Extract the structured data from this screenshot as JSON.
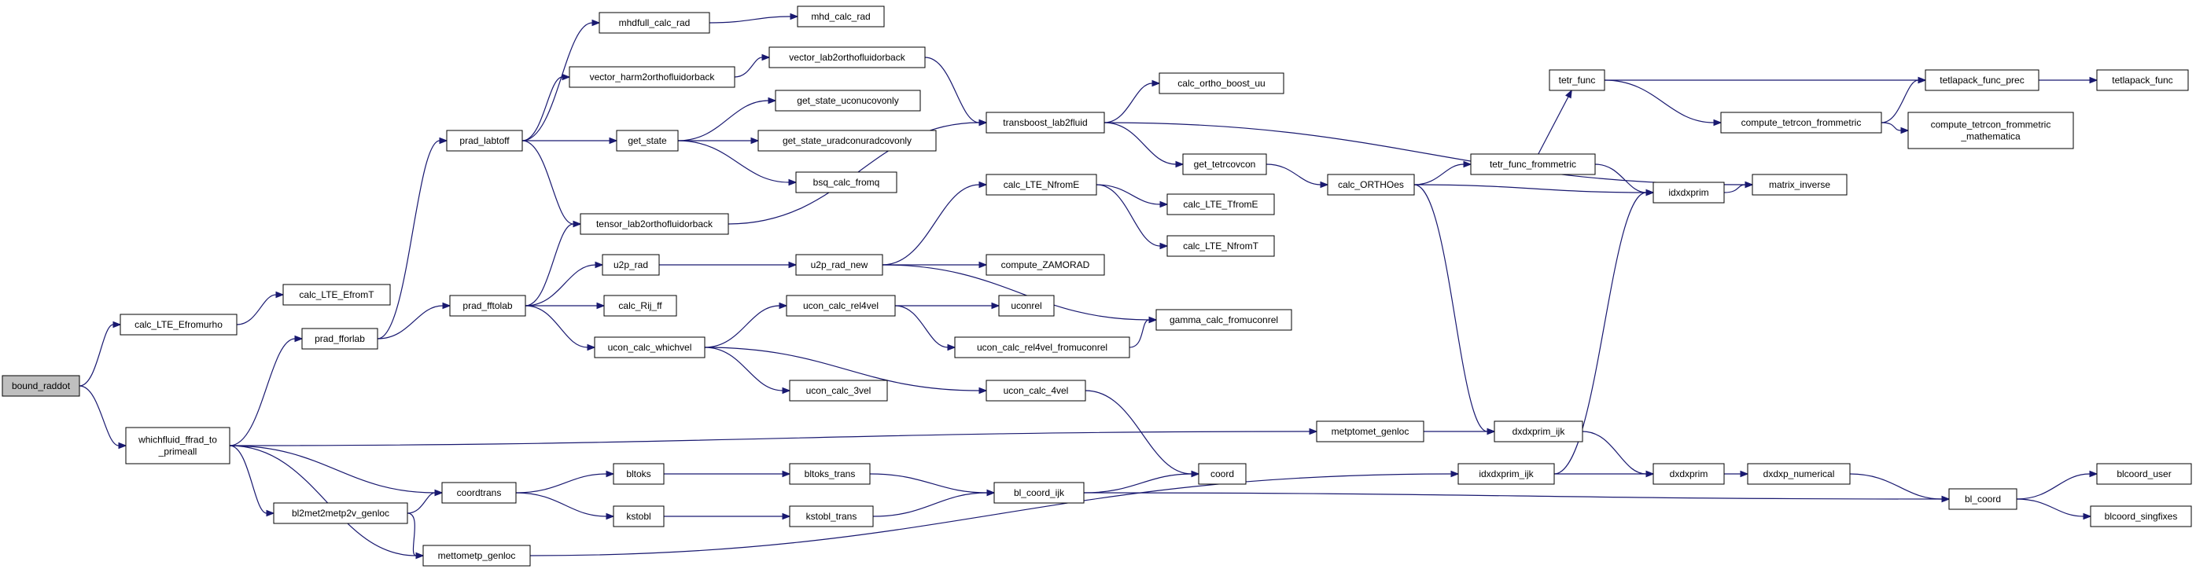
{
  "graph": {
    "colors": {
      "node_fill": "#ffffff",
      "root_fill": "#bfbfbf",
      "edge": "#191970",
      "border": "#000000"
    },
    "nodes": [
      {
        "id": "bound_raddot",
        "label": [
          "bound_raddot"
        ],
        "root": true
      },
      {
        "id": "calc_LTE_Efromurho",
        "label": [
          "calc_LTE_Efromurho"
        ]
      },
      {
        "id": "calc_LTE_EfromT",
        "label": [
          "calc_LTE_EfromT"
        ]
      },
      {
        "id": "whichfluid",
        "label": [
          "whichfluid_ffrad_to",
          "_primeall"
        ]
      },
      {
        "id": "prad_fforlab",
        "label": [
          "prad_fforlab"
        ]
      },
      {
        "id": "prad_labtoff",
        "label": [
          "prad_labtoff"
        ]
      },
      {
        "id": "mhdfull_calc_rad",
        "label": [
          "mhdfull_calc_rad"
        ]
      },
      {
        "id": "mhd_calc_rad",
        "label": [
          "mhd_calc_rad"
        ]
      },
      {
        "id": "vector_harm2orthofluidorback",
        "label": [
          "vector_harm2orthofluidorback"
        ]
      },
      {
        "id": "vector_lab2orthofluidorback",
        "label": [
          "vector_lab2orthofluidorback"
        ]
      },
      {
        "id": "get_state",
        "label": [
          "get_state"
        ]
      },
      {
        "id": "get_state_uconucovonly",
        "label": [
          "get_state_uconucovonly"
        ]
      },
      {
        "id": "get_state_uradconuradcovonly",
        "label": [
          "get_state_uradconuradcovonly"
        ]
      },
      {
        "id": "bsq_calc_fromq",
        "label": [
          "bsq_calc_fromq"
        ]
      },
      {
        "id": "tensor_lab2orthofluidorback",
        "label": [
          "tensor_lab2orthofluidorback"
        ]
      },
      {
        "id": "transboost_lab2fluid",
        "label": [
          "transboost_lab2fluid"
        ]
      },
      {
        "id": "calc_ortho_boost_uu",
        "label": [
          "calc_ortho_boost_uu"
        ]
      },
      {
        "id": "get_tetrcovcon",
        "label": [
          "get_tetrcovcon"
        ]
      },
      {
        "id": "calc_ORTHOes",
        "label": [
          "calc_ORTHOes"
        ]
      },
      {
        "id": "tetr_func",
        "label": [
          "tetr_func"
        ]
      },
      {
        "id": "tetr_func_frommetric",
        "label": [
          "tetr_func_frommetric"
        ]
      },
      {
        "id": "tetlapack_func_prec",
        "label": [
          "tetlapack_func_prec"
        ]
      },
      {
        "id": "tetlapack_func",
        "label": [
          "tetlapack_func"
        ]
      },
      {
        "id": "compute_tetrcon_frommetric",
        "label": [
          "compute_tetrcon_frommetric"
        ]
      },
      {
        "id": "compute_tetrcon_frommetric_mathematica",
        "label": [
          "compute_tetrcon_frommetric",
          "_mathematica"
        ]
      },
      {
        "id": "idxdxprim",
        "label": [
          "idxdxprim"
        ]
      },
      {
        "id": "matrix_inverse",
        "label": [
          "matrix_inverse"
        ]
      },
      {
        "id": "prad_fftolab",
        "label": [
          "prad_fftolab"
        ]
      },
      {
        "id": "u2p_rad",
        "label": [
          "u2p_rad"
        ]
      },
      {
        "id": "u2p_rad_new",
        "label": [
          "u2p_rad_new"
        ]
      },
      {
        "id": "compute_ZAMORAD",
        "label": [
          "compute_ZAMORAD"
        ]
      },
      {
        "id": "calc_LTE_NfromE",
        "label": [
          "calc_LTE_NfromE"
        ]
      },
      {
        "id": "calc_LTE_TfromE",
        "label": [
          "calc_LTE_TfromE"
        ]
      },
      {
        "id": "calc_LTE_NfromT",
        "label": [
          "calc_LTE_NfromT"
        ]
      },
      {
        "id": "calc_Rij_ff",
        "label": [
          "calc_Rij_ff"
        ]
      },
      {
        "id": "ucon_calc_whichvel",
        "label": [
          "ucon_calc_whichvel"
        ]
      },
      {
        "id": "ucon_calc_rel4vel",
        "label": [
          "ucon_calc_rel4vel"
        ]
      },
      {
        "id": "uconrel",
        "label": [
          "uconrel"
        ]
      },
      {
        "id": "ucon_calc_rel4vel_fromuconrel",
        "label": [
          "ucon_calc_rel4vel_fromuconrel"
        ]
      },
      {
        "id": "gamma_calc_fromuconrel",
        "label": [
          "gamma_calc_fromuconrel"
        ]
      },
      {
        "id": "ucon_calc_3vel",
        "label": [
          "ucon_calc_3vel"
        ]
      },
      {
        "id": "ucon_calc_4vel",
        "label": [
          "ucon_calc_4vel"
        ]
      },
      {
        "id": "coord",
        "label": [
          "coord"
        ]
      },
      {
        "id": "metptomet_genloc",
        "label": [
          "metptomet_genloc"
        ]
      },
      {
        "id": "dxdxprim_ijk",
        "label": [
          "dxdxprim_ijk"
        ]
      },
      {
        "id": "dxdxprim",
        "label": [
          "dxdxprim"
        ]
      },
      {
        "id": "dxdxp_numerical",
        "label": [
          "dxdxp_numerical"
        ]
      },
      {
        "id": "bl_coord",
        "label": [
          "bl_coord"
        ]
      },
      {
        "id": "blcoord_user",
        "label": [
          "blcoord_user"
        ]
      },
      {
        "id": "blcoord_singfixes",
        "label": [
          "blcoord_singfixes"
        ]
      },
      {
        "id": "idxdxprim_ijk",
        "label": [
          "idxdxprim_ijk"
        ]
      },
      {
        "id": "coordtrans",
        "label": [
          "coordtrans"
        ]
      },
      {
        "id": "bltoks",
        "label": [
          "bltoks"
        ]
      },
      {
        "id": "bltoks_trans",
        "label": [
          "bltoks_trans"
        ]
      },
      {
        "id": "kstobl",
        "label": [
          "kstobl"
        ]
      },
      {
        "id": "kstobl_trans",
        "label": [
          "kstobl_trans"
        ]
      },
      {
        "id": "bl_coord_ijk",
        "label": [
          "bl_coord_ijk"
        ]
      },
      {
        "id": "bl2met2metp2v_genloc",
        "label": [
          "bl2met2metp2v_genloc"
        ]
      },
      {
        "id": "mettometp_genloc",
        "label": [
          "mettometp_genloc"
        ]
      }
    ],
    "edges": [
      [
        "bound_raddot",
        "calc_LTE_Efromurho"
      ],
      [
        "bound_raddot",
        "whichfluid"
      ],
      [
        "calc_LTE_Efromurho",
        "calc_LTE_EfromT"
      ],
      [
        "whichfluid",
        "prad_fforlab"
      ],
      [
        "whichfluid",
        "metptomet_genloc"
      ],
      [
        "whichfluid",
        "coordtrans"
      ],
      [
        "whichfluid",
        "bl2met2metp2v_genloc"
      ],
      [
        "whichfluid",
        "mettometp_genloc"
      ],
      [
        "prad_fforlab",
        "prad_labtoff"
      ],
      [
        "prad_fforlab",
        "prad_fftolab"
      ],
      [
        "prad_labtoff",
        "mhdfull_calc_rad"
      ],
      [
        "prad_labtoff",
        "vector_harm2orthofluidorback"
      ],
      [
        "prad_labtoff",
        "get_state"
      ],
      [
        "prad_labtoff",
        "tensor_lab2orthofluidorback"
      ],
      [
        "mhdfull_calc_rad",
        "mhd_calc_rad"
      ],
      [
        "vector_harm2orthofluidorback",
        "vector_lab2orthofluidorback"
      ],
      [
        "vector_lab2orthofluidorback",
        "transboost_lab2fluid"
      ],
      [
        "get_state",
        "get_state_uconucovonly"
      ],
      [
        "get_state",
        "get_state_uradconuradcovonly"
      ],
      [
        "get_state",
        "bsq_calc_fromq"
      ],
      [
        "tensor_lab2orthofluidorback",
        "transboost_lab2fluid"
      ],
      [
        "transboost_lab2fluid",
        "calc_ortho_boost_uu"
      ],
      [
        "transboost_lab2fluid",
        "get_tetrcovcon"
      ],
      [
        "transboost_lab2fluid",
        "matrix_inverse"
      ],
      [
        "get_tetrcovcon",
        "calc_ORTHOes"
      ],
      [
        "calc_ORTHOes",
        "tetr_func_frommetric"
      ],
      [
        "calc_ORTHOes",
        "idxdxprim"
      ],
      [
        "calc_ORTHOes",
        "dxdxprim_ijk"
      ],
      [
        "tetr_func_frommetric",
        "tetr_func"
      ],
      [
        "tetr_func_frommetric",
        "idxdxprim"
      ],
      [
        "tetr_func",
        "tetlapack_func_prec"
      ],
      [
        "tetr_func",
        "compute_tetrcon_frommetric"
      ],
      [
        "compute_tetrcon_frommetric",
        "tetlapack_func_prec"
      ],
      [
        "compute_tetrcon_frommetric",
        "compute_tetrcon_frommetric_mathematica"
      ],
      [
        "tetlapack_func_prec",
        "tetlapack_func"
      ],
      [
        "idxdxprim",
        "matrix_inverse"
      ],
      [
        "prad_fftolab",
        "tensor_lab2orthofluidorback"
      ],
      [
        "prad_fftolab",
        "u2p_rad"
      ],
      [
        "prad_fftolab",
        "calc_Rij_ff"
      ],
      [
        "prad_fftolab",
        "ucon_calc_whichvel"
      ],
      [
        "u2p_rad",
        "u2p_rad_new"
      ],
      [
        "u2p_rad_new",
        "calc_LTE_NfromE"
      ],
      [
        "u2p_rad_new",
        "compute_ZAMORAD"
      ],
      [
        "u2p_rad_new",
        "gamma_calc_fromuconrel"
      ],
      [
        "calc_LTE_NfromE",
        "calc_LTE_TfromE"
      ],
      [
        "calc_LTE_NfromE",
        "calc_LTE_NfromT"
      ],
      [
        "ucon_calc_whichvel",
        "ucon_calc_rel4vel"
      ],
      [
        "ucon_calc_whichvel",
        "ucon_calc_3vel"
      ],
      [
        "ucon_calc_whichvel",
        "ucon_calc_4vel"
      ],
      [
        "ucon_calc_rel4vel",
        "uconrel"
      ],
      [
        "ucon_calc_rel4vel",
        "ucon_calc_rel4vel_fromuconrel"
      ],
      [
        "ucon_calc_rel4vel_fromuconrel",
        "gamma_calc_fromuconrel"
      ],
      [
        "ucon_calc_4vel",
        "coord"
      ],
      [
        "metptomet_genloc",
        "dxdxprim_ijk"
      ],
      [
        "dxdxprim_ijk",
        "dxdxprim"
      ],
      [
        "dxdxprim",
        "dxdxp_numerical"
      ],
      [
        "dxdxp_numerical",
        "bl_coord"
      ],
      [
        "bl_coord",
        "blcoord_user"
      ],
      [
        "bl_coord",
        "blcoord_singfixes"
      ],
      [
        "idxdxprim_ijk",
        "idxdxprim"
      ],
      [
        "idxdxprim_ijk",
        "dxdxprim"
      ],
      [
        "coordtrans",
        "bltoks"
      ],
      [
        "coordtrans",
        "kstobl"
      ],
      [
        "bltoks",
        "bltoks_trans"
      ],
      [
        "kstobl",
        "kstobl_trans"
      ],
      [
        "bltoks_trans",
        "bl_coord_ijk"
      ],
      [
        "kstobl_trans",
        "bl_coord_ijk"
      ],
      [
        "bl_coord_ijk",
        "coord"
      ],
      [
        "bl_coord_ijk",
        "bl_coord"
      ],
      [
        "bl2met2metp2v_genloc",
        "coordtrans"
      ],
      [
        "bl2met2metp2v_genloc",
        "mettometp_genloc"
      ],
      [
        "mettometp_genloc",
        "idxdxprim_ijk"
      ]
    ]
  }
}
